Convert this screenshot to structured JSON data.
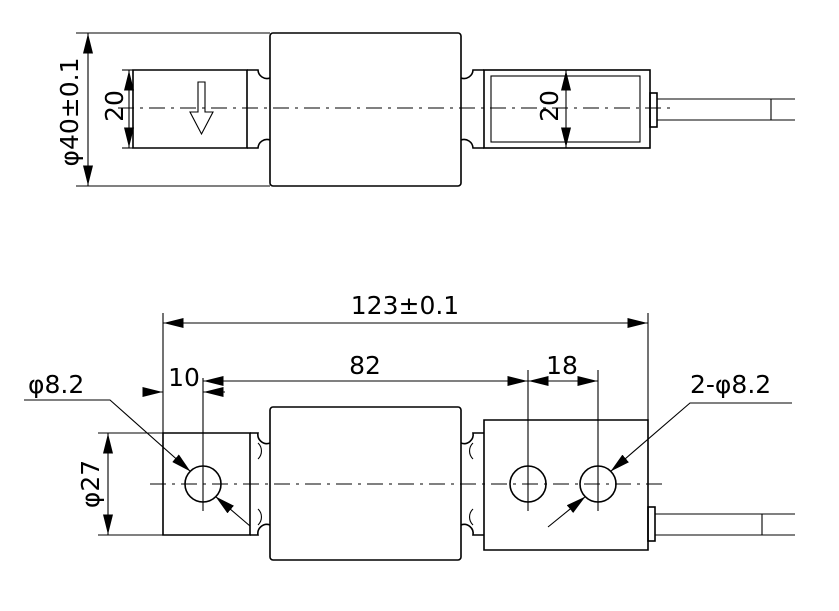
{
  "top_view": {
    "diameter_label": "φ40±0.1",
    "left_block_height_label": "20",
    "right_block_height_label": "20"
  },
  "bottom_view": {
    "overall_length_label": "123±0.1",
    "edge_to_hole_label": "10",
    "hole_spacing_label": "82",
    "right_hole_spacing_label": "18",
    "left_hole_label": "φ8.2",
    "right_holes_label": "2-φ8.2",
    "height_label": "φ27"
  }
}
